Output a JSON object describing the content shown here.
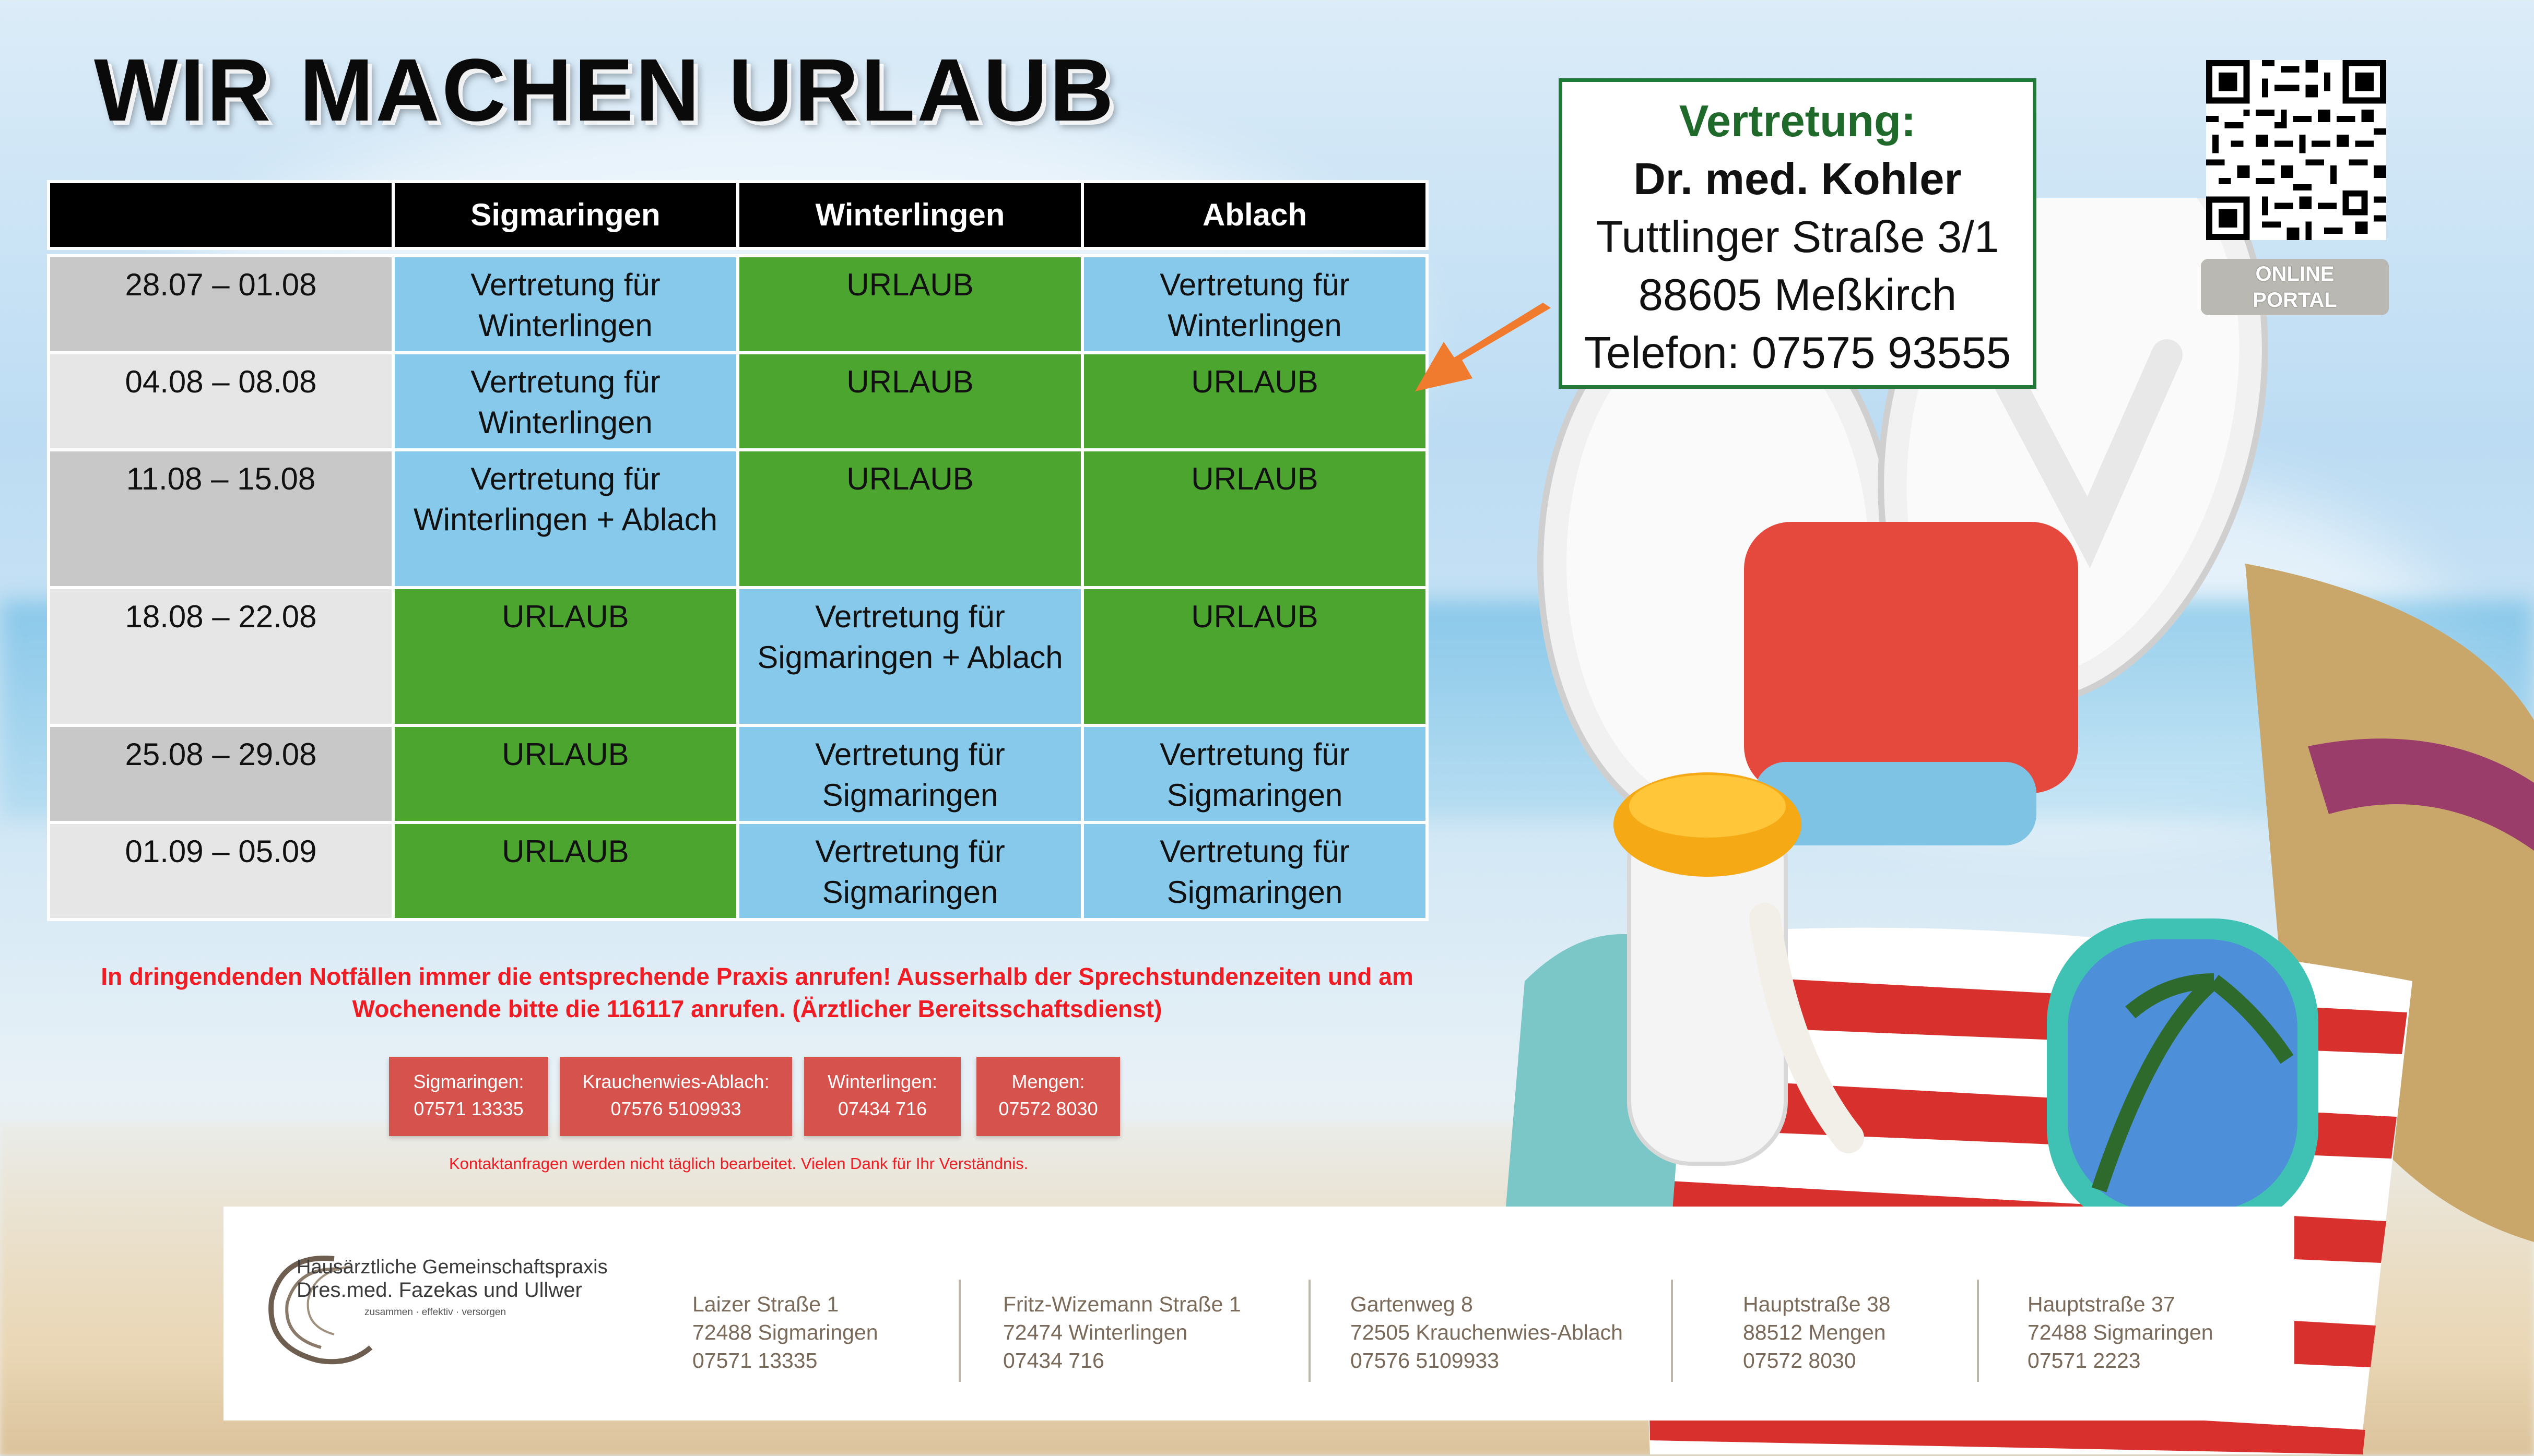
{
  "headline": "WIR MACHEN URLAUB",
  "schedule": {
    "columns": [
      "Sigmaringen",
      "Winterlingen",
      "Ablach"
    ],
    "rows": [
      {
        "date": "28.07 – 01.08",
        "cells": [
          "Vertretung für Winterlingen",
          "URLAUB",
          "Vertretung für Winterlingen"
        ],
        "types": [
          "blue",
          "green",
          "blue"
        ]
      },
      {
        "date": "04.08 – 08.08",
        "cells": [
          "Vertretung für Winterlingen",
          "URLAUB",
          "URLAUB"
        ],
        "types": [
          "blue",
          "green",
          "green"
        ]
      },
      {
        "date": "11.08 – 15.08",
        "cells": [
          "Vertretung für Winterlingen + Ablach",
          "URLAUB",
          "URLAUB"
        ],
        "types": [
          "blue",
          "green",
          "green"
        ]
      },
      {
        "date": "18.08 – 22.08",
        "cells": [
          "URLAUB",
          "Vertretung für Sigmaringen + Ablach",
          "URLAUB"
        ],
        "types": [
          "green",
          "blue",
          "green"
        ]
      },
      {
        "date": "25.08 – 29.08",
        "cells": [
          "URLAUB",
          "Vertretung für Sigmaringen",
          "Vertretung für Sigmaringen"
        ],
        "types": [
          "green",
          "blue",
          "blue"
        ]
      },
      {
        "date": "01.09 – 05.09",
        "cells": [
          "URLAUB",
          "Vertretung für Sigmaringen",
          "Vertretung für Sigmaringen"
        ],
        "types": [
          "green",
          "blue",
          "blue"
        ]
      }
    ]
  },
  "notice": {
    "line1": "In dringendenden Notfällen immer die entsprechende Praxis anrufen! Ausserhalb der Sprechstundenzeiten und am",
    "line2": "Wochenende bitte die 116117 anrufen. (Ärztlicher Bereitsschaftsdienst)"
  },
  "contacts": [
    {
      "name": "Sigmaringen:",
      "phone": "07571 13335"
    },
    {
      "name": "Krauchenwies-Ablach:",
      "phone": "07576 5109933"
    },
    {
      "name": "Winterlingen:",
      "phone": "07434 716"
    },
    {
      "name": "Mengen:",
      "phone": "07572 8030"
    }
  ],
  "contact_note": "Kontaktanfragen werden nicht täglich bearbeitet. Vielen Dank für Ihr Verständnis.",
  "vertretung": {
    "title": "Vertretung:",
    "doctor": "Dr. med. Kohler",
    "street": "Tuttlinger Straße 3/1",
    "city": "88605 Meßkirch",
    "phone": "Telefon: 07575 93555"
  },
  "portal": {
    "line1": "ONLINE",
    "line2": "PORTAL"
  },
  "footer": {
    "logo_title": "Hausärztliche Gemeinschaftspraxis",
    "logo_names": "Dres.med. Fazekas und Ullwer",
    "logo_tagline": "zusammen · effektiv · versorgen",
    "addresses": [
      {
        "street": "Laizer Straße 1",
        "city": "72488 Sigmaringen",
        "phone": "07571 13335"
      },
      {
        "street": "Fritz-Wizemann Straße 1",
        "city": "72474 Winterlingen",
        "phone": "07434 716"
      },
      {
        "street": "Gartenweg 8",
        "city": "72505 Krauchenwies-Ablach",
        "phone": "07576 5109933"
      },
      {
        "street": "Hauptstraße 38",
        "city": "88512 Mengen",
        "phone": "07572 8030"
      },
      {
        "street": "Hauptstraße 37",
        "city": "72488 Sigmaringen",
        "phone": "07571 2223"
      }
    ]
  },
  "colors": {
    "urlaub": "#4ba52e",
    "vertretung": "#86c9ea",
    "notice": "#ef1c24",
    "contact_button": "#d6524d",
    "vertretung_title": "#1f6a2a"
  },
  "icons": [
    "qr-code-icon",
    "orange-arrow-icon",
    "practice-logo-swirl-icon"
  ]
}
